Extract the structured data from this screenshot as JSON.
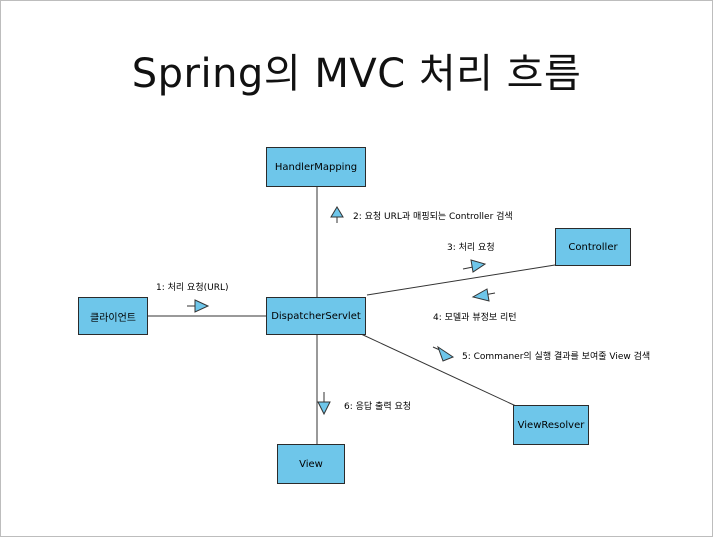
{
  "title": "Spring의 MVC 처리 흐름",
  "nodes": {
    "handler_mapping": "HandlerMapping",
    "controller": "Controller",
    "client": "클라이언트",
    "dispatcher": "DispatcherServlet",
    "view_resolver": "ViewResolver",
    "view": "View"
  },
  "messages": {
    "m1": "1: 처리 요청(URL)",
    "m2": "2: 요청 URL과 매핑되는 Controller 검색",
    "m3": "3: 처리 요청",
    "m4": "4: 모델과 뷰정보 리턴",
    "m5": "5: Commaner의 실행 결과를 보여줄 View 검색",
    "m6": "6: 응답 출력 요청"
  },
  "colors": {
    "box_fill": "#6ec6ea",
    "border": "#2b2b2b",
    "line": "#333333",
    "arrow_fill": "#6ec6ea"
  }
}
